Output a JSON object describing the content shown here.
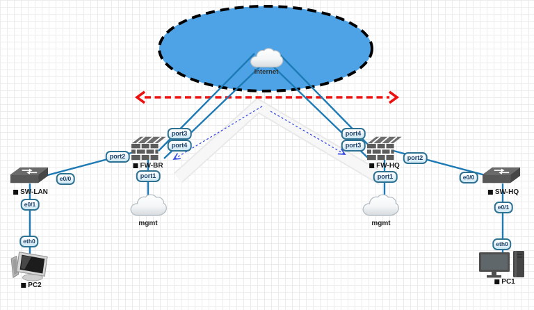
{
  "internet": {
    "label": "Internet"
  },
  "left": {
    "firewall": {
      "label": "FW-BR",
      "port1": "port1",
      "port2": "port2",
      "port3": "port3",
      "port4": "port4"
    },
    "switch": {
      "label": "SW-LAN",
      "e00": "e0/0",
      "e01": "e0/1"
    },
    "pc": {
      "label": "PC2",
      "eth0": "eth0"
    },
    "mgmt": {
      "label": "mgmt"
    }
  },
  "right": {
    "firewall": {
      "label": "FW-HQ",
      "port1": "port1",
      "port2": "port2",
      "port3": "port3",
      "port4": "port4"
    },
    "switch": {
      "label": "SW-HQ",
      "e00": "e0/0",
      "e01": "e0/1"
    },
    "pc": {
      "label": "PC1",
      "eth0": "eth0"
    },
    "mgmt": {
      "label": "mgmt"
    }
  },
  "colors": {
    "ellipse_fill": "#4da3e6",
    "ellipse_border": "#000000",
    "link_blue": "#1d7ab5",
    "red_arrow": "#ee1111",
    "dashed_arrow_blue": "#3b4fe0",
    "pill_border": "#2d7293",
    "pill_text": "#1c3f66",
    "grid_line": "#ececec"
  }
}
